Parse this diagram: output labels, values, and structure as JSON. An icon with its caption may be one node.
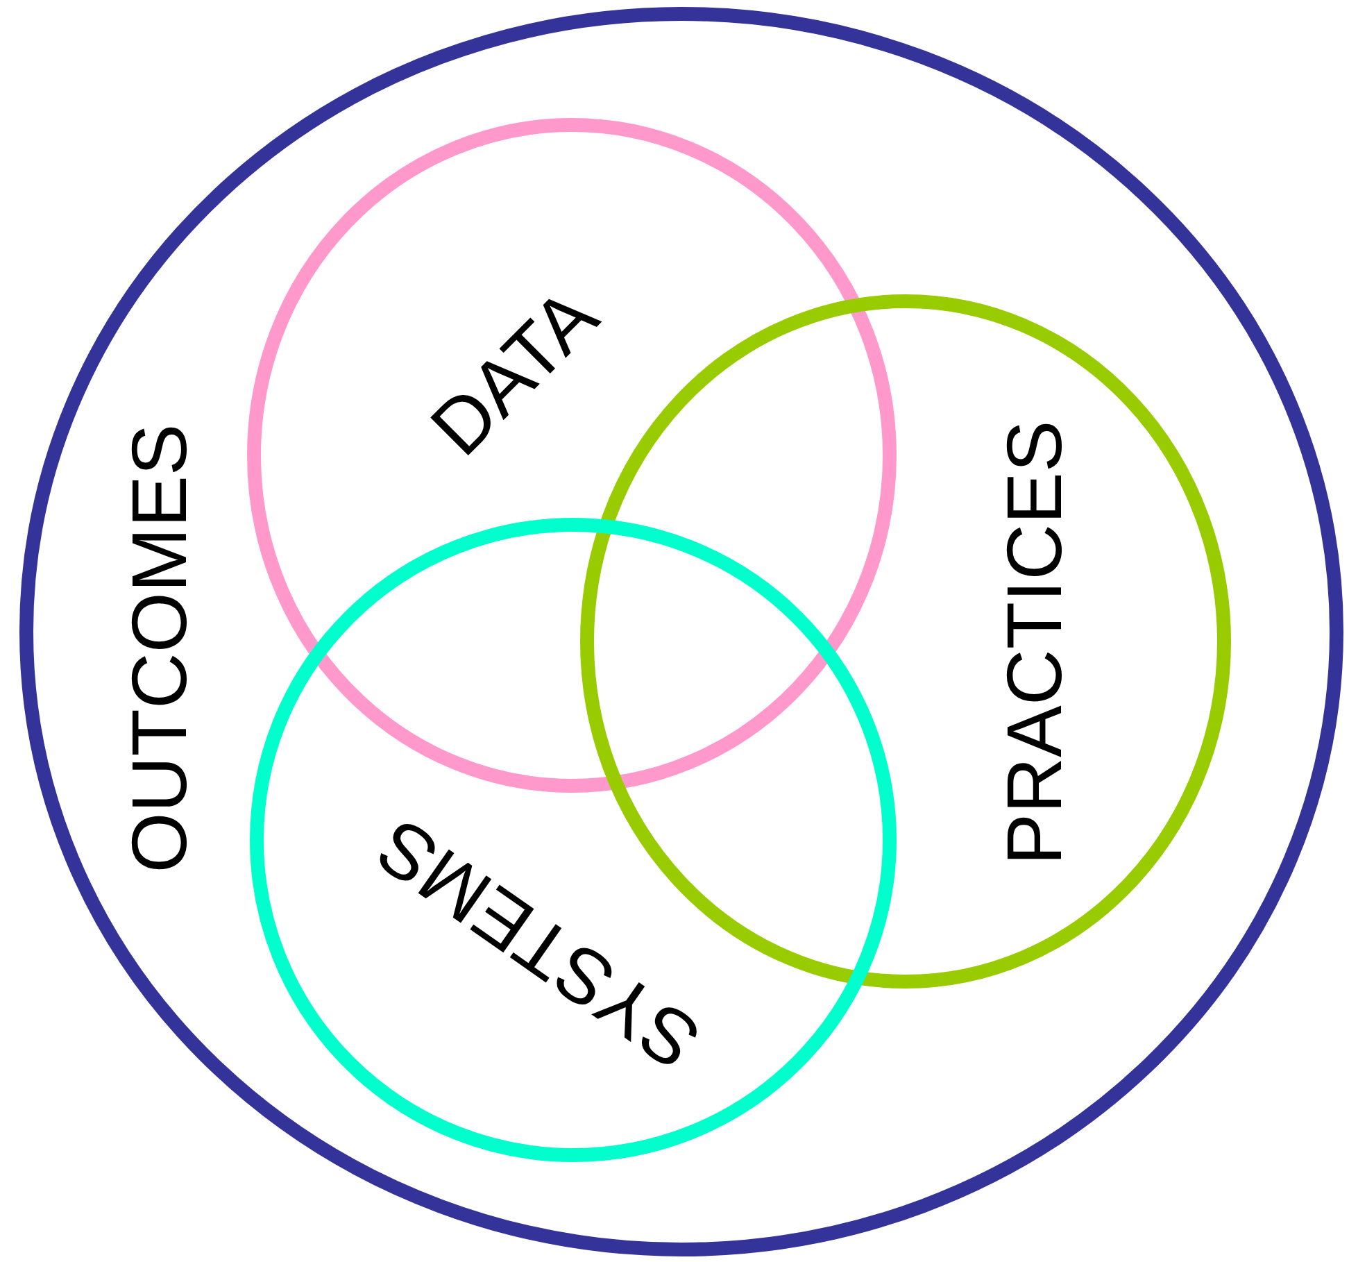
{
  "diagram": {
    "nodes": [
      {
        "text": [
          "OUTCOMES"
        ]
      },
      {
        "text": [
          "DATA"
        ],
        "in": 0
      },
      {
        "text": [
          "PRACTICES"
        ],
        "in": 0
      },
      {
        "text": [
          "SYSTEMS"
        ],
        "in": 0
      }
    ]
  }
}
